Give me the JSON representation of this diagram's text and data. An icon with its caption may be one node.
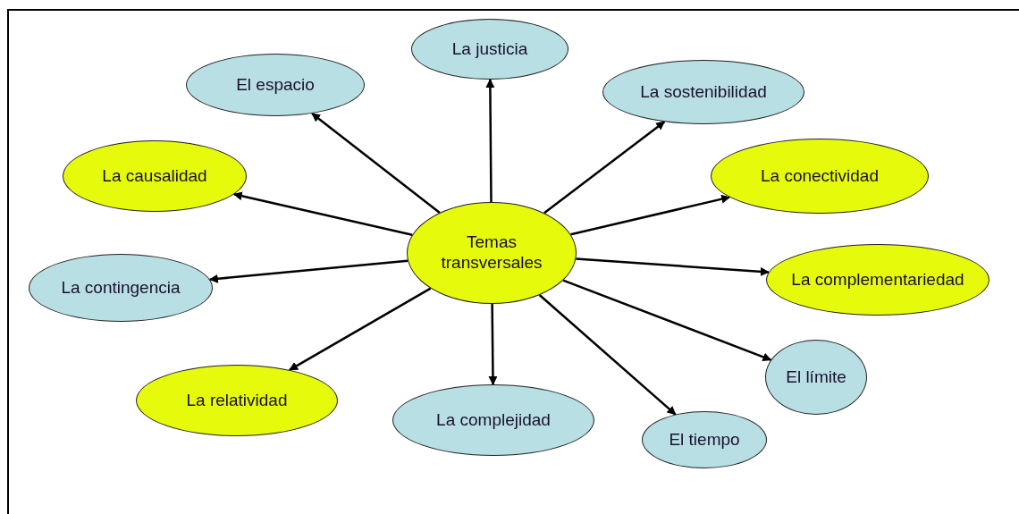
{
  "diagram": {
    "nodes": [
      {
        "text": [
          "Temas transversales"
        ]
      },
      {
        "text": [
          "La justicia"
        ]
      },
      {
        "text": [
          "El espacio"
        ]
      },
      {
        "text": [
          "La sostenibilidad"
        ]
      },
      {
        "text": [
          "La causalidad"
        ]
      },
      {
        "text": [
          "La conectividad"
        ]
      },
      {
        "text": [
          "La contingencia"
        ]
      },
      {
        "text": [
          "La complementariedad"
        ]
      },
      {
        "text": [
          "La relatividad"
        ]
      },
      {
        "text": [
          "El límite"
        ]
      },
      {
        "text": [
          "La complejidad"
        ]
      },
      {
        "text": [
          "El tiempo"
        ]
      }
    ],
    "edges": [
      {
        "from": 0,
        "to": 1,
        "arrow": "to"
      },
      {
        "from": 0,
        "to": 2,
        "arrow": "to"
      },
      {
        "from": 0,
        "to": 3,
        "arrow": "to"
      },
      {
        "from": 0,
        "to": 4,
        "arrow": "to"
      },
      {
        "from": 0,
        "to": 5,
        "arrow": "to"
      },
      {
        "from": 0,
        "to": 6,
        "arrow": "to"
      },
      {
        "from": 0,
        "to": 7,
        "arrow": "to"
      },
      {
        "from": 0,
        "to": 8,
        "arrow": "to"
      },
      {
        "from": 0,
        "to": 9,
        "arrow": "to"
      },
      {
        "from": 0,
        "to": 10,
        "arrow": "to"
      },
      {
        "from": 0,
        "to": 11,
        "arrow": "to"
      }
    ]
  }
}
